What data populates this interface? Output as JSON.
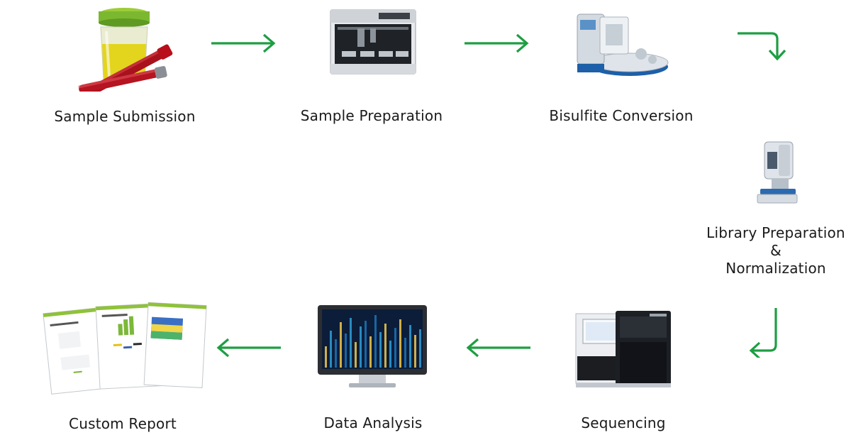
{
  "accent_color": "#1e9e43",
  "steps": [
    {
      "label": "Sample Submission",
      "icon": "specimen-cup-and-blood-tubes"
    },
    {
      "label": "Sample Preparation",
      "icon": "liquid-handling-robot"
    },
    {
      "label": "Bisulfite Conversion",
      "icon": "automated-extraction-instrument"
    },
    {
      "label_lines": [
        "Library Preparation",
        "&",
        "Normalization"
      ],
      "icon": "library-prep-instrument"
    },
    {
      "label": "Sequencing",
      "icon": "sequencer"
    },
    {
      "label": "Data Analysis",
      "icon": "monitor-with-data-visualization"
    },
    {
      "label": "Custom Report",
      "icon": "report-pages"
    }
  ]
}
